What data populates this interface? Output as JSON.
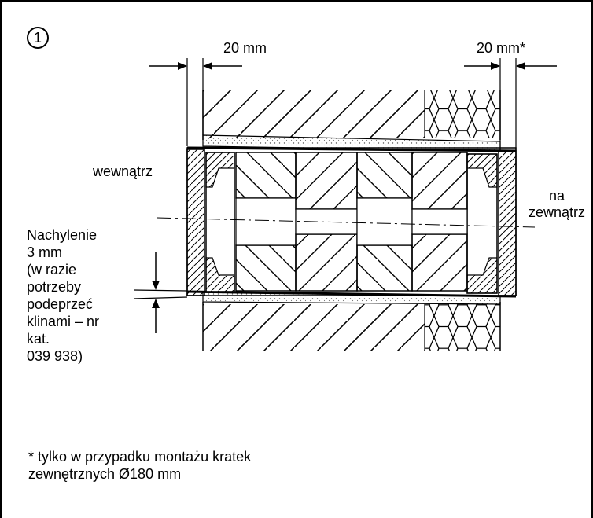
{
  "figure": {
    "step_number": "1",
    "dim_left": "20 mm",
    "dim_right": "20 mm*",
    "label_inside": "wewnątrz",
    "label_outside_1": "na",
    "label_outside_2": "zewnątrz",
    "slope_note": [
      "Nachylenie",
      "3 mm",
      "(w razie",
      "potrzeby",
      "podeprzeć",
      "klinami – nr",
      "kat.",
      "039 938)"
    ],
    "footnote": [
      "* tylko w przypadku montażu kratek",
      "zewnętrznych Ø180 mm"
    ]
  }
}
